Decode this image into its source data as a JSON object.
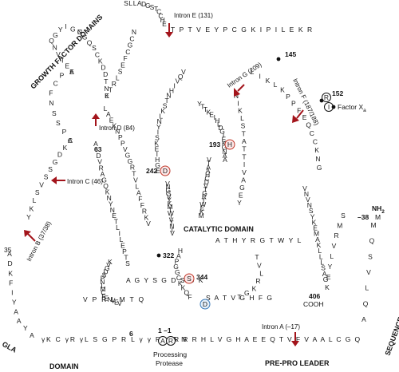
{
  "domains": {
    "growth_factor": "GROWTH FACTOR DOMAINS",
    "catalytic": "CATALYTIC DOMAIN",
    "gla": "GLA",
    "gla_domain": "DOMAIN",
    "prepro": "PRE-PRO LEADER",
    "sequence": "SEQUENCE"
  },
  "introns": {
    "a": "Intron A (–17)",
    "b": "Intron B (37/38)",
    "c": "Intron C (46)",
    "d": "Intron D (84)",
    "e": "Intron E (131)",
    "f": "Intron F (187/188)",
    "g": "Intron G (209)"
  },
  "numbers": {
    "n145": "145",
    "n152": "152",
    "n63": "63",
    "n242": "242",
    "n193": "193",
    "n322": "322",
    "n344": "344",
    "n406": "406",
    "n35": "35",
    "n6": "6",
    "n1m1": "1 –1",
    "nm38": "–38"
  },
  "labels": {
    "factor_xa": "Factor X",
    "factor_xa_sub": "a",
    "processing": "Processing",
    "protease": "Protease",
    "cooh": "COOH",
    "nh2": "NH",
    "nh2_sub": "2",
    "m": "M"
  },
  "residues": {
    "circ_d242": "D",
    "circ_h193": "H",
    "circ_s344": "S",
    "circ_d_cat": "D",
    "circ_r145": "R",
    "circ_i152": "I",
    "circ_r_proc": "R",
    "circ_a_proc": "A",
    "gla_bottom": "γK C γR γL S G P R L  γ γ F L A N",
    "prepro_bottom": "R R R H L V G H A E E Q T V F V A A L C G Q",
    "catalytic_row1": "A T H Y R G T W Y L",
    "catalytic_row2": "A G Y S G D S G K",
    "catalytic_row3": "S A T V G H F G",
    "egf_bottom": "V P R L M T Q",
    "top_row": "T P T V E Y P C G K I P I L E K R"
  },
  "colors": {
    "arrow": "#a3141b",
    "red_circle": "#c0392b",
    "blue_circle": "#3b7ab8"
  }
}
